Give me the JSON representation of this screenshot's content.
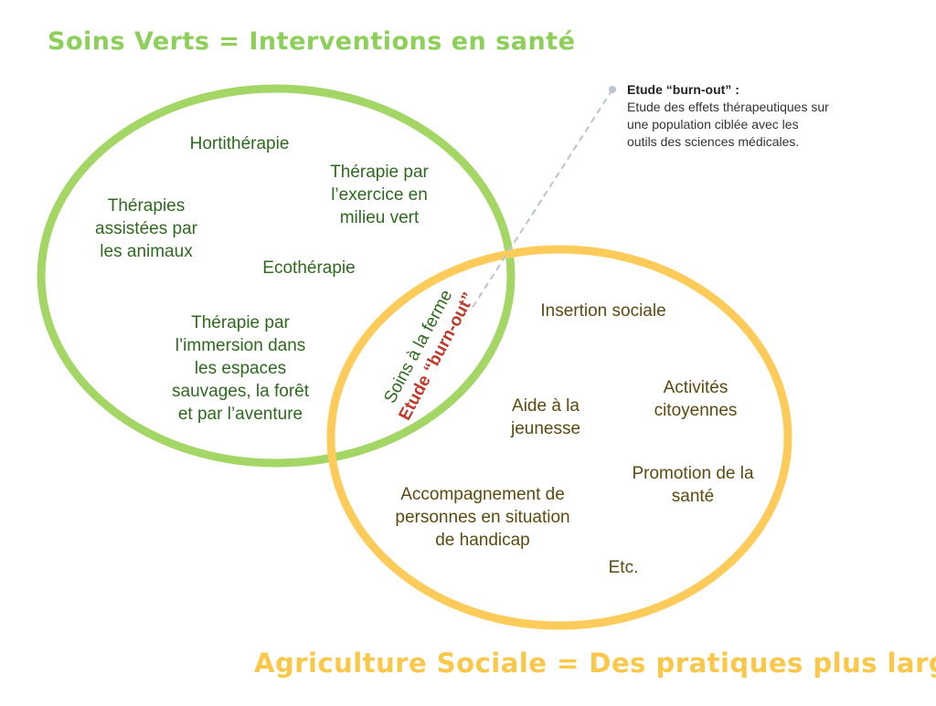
{
  "titles": {
    "green": "Soins Verts = Interventions en santé",
    "orange": "Agriculture Sociale = Des pratiques plus larges"
  },
  "colors": {
    "green": "#a3d665",
    "orange": "#fdcb5a",
    "dashed": "#b8c4cf",
    "highlight": "#c0392b"
  },
  "green_items": [
    "Hortithérapie",
    "Thérapie par\nl’exercice en\nmilieu vert",
    "Thérapies\nassistées par\nles animaux",
    "Ecothérapie",
    "Thérapie par\nl’immersion dans\nles espaces\nsauvages, la forêt\net par l’aventure"
  ],
  "orange_items": [
    "Insertion sociale",
    "Activités\ncitoyennes",
    "Aide à la\njeunesse",
    "Promotion de la\nsanté",
    "Accompagnement de\npersonnes en situation\nde handicap",
    "Etc."
  ],
  "overlap": {
    "line1": "Soins à la ferme",
    "line2": "Etude “burn-out”"
  },
  "annotation": {
    "title": "Etude “burn-out” :",
    "description": "Etude des effets thérapeutiques sur\nune population ciblée avec les\noutils des sciences médicales."
  }
}
